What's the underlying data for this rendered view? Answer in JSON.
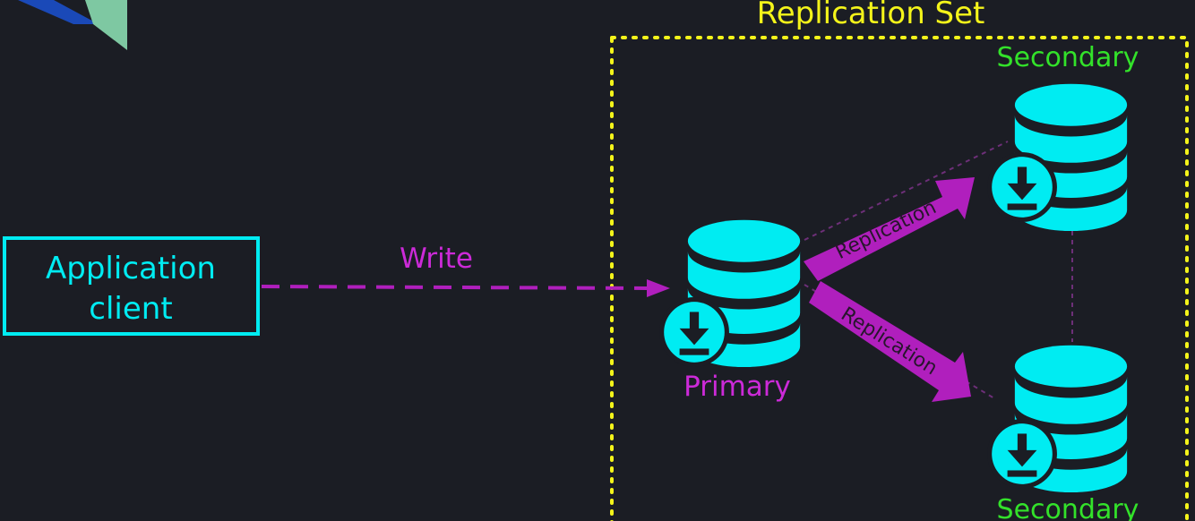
{
  "colors": {
    "background": "#1b1d24",
    "cyan": "#00ecf2",
    "magenta": "#b01fbd",
    "magenta_text": "#cc2ad8",
    "yellow": "#f4f41a",
    "green": "#33e22a",
    "logo_blue": "#1a49b8",
    "logo_green": "#7ec8a2"
  },
  "replica_set": {
    "label": "Replication Set"
  },
  "client": {
    "label_line1": "Application",
    "label_line2": "client"
  },
  "write_arrow": {
    "label": "Write"
  },
  "primary": {
    "label": "Primary",
    "icon": "database-download-icon"
  },
  "secondary_top": {
    "label": "Secondary",
    "icon": "database-download-icon"
  },
  "secondary_bottom": {
    "label": "Secondary",
    "icon": "database-download-icon"
  },
  "replication_top": {
    "label": "Replication"
  },
  "replication_bottom": {
    "label": "Replication"
  }
}
